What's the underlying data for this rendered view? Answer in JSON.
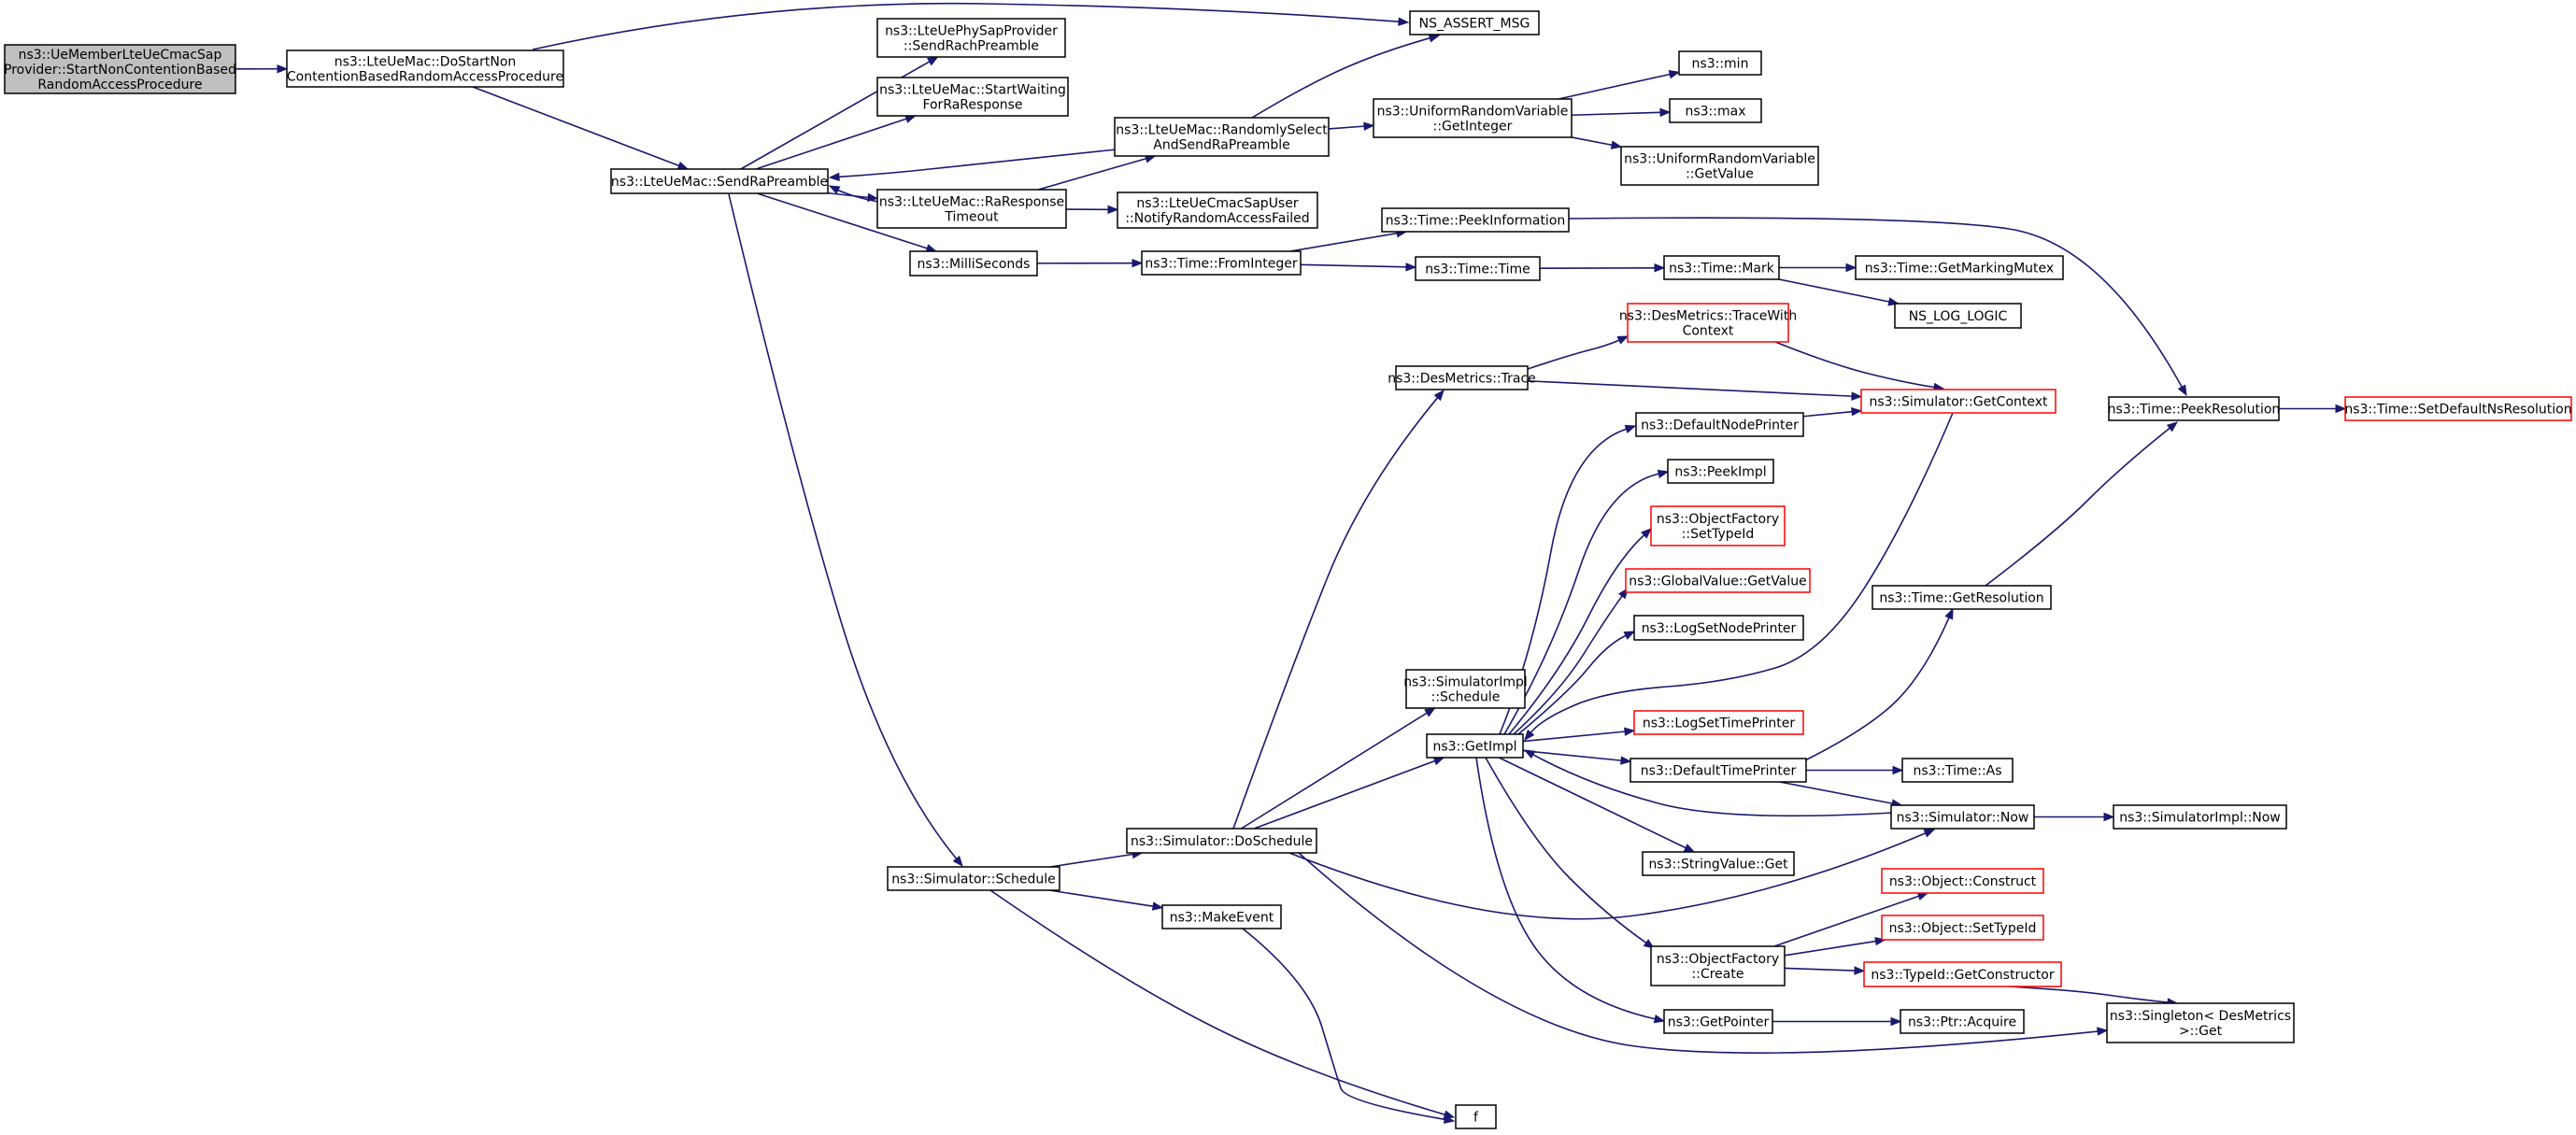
{
  "colors": {
    "edge": "#191970",
    "border_normal": "#000000",
    "border_truncated": "#ff0000",
    "fill_normal": "#ffffff",
    "fill_root": "#bfbfbf"
  },
  "nodes": [
    {
      "id": "root",
      "lines": [
        "ns3::UeMemberLteUeCmacSap",
        "Provider::StartNonContentionBased",
        "RandomAccessProcedure"
      ],
      "style": "root"
    },
    {
      "id": "doStartNonContention",
      "lines": [
        "ns3::LteUeMac::DoStartNon",
        "ContentionBasedRandomAccessProcedure"
      ],
      "style": "normal"
    },
    {
      "id": "sendRaPreamble",
      "lines": [
        "ns3::LteUeMac::SendRaPreamble"
      ],
      "style": "normal"
    },
    {
      "id": "nsAssertMsg",
      "lines": [
        "NS_ASSERT_MSG"
      ],
      "style": "normal"
    },
    {
      "id": "sendRachPreamble",
      "lines": [
        "ns3::LteUePhySapProvider",
        "::SendRachPreamble"
      ],
      "style": "normal"
    },
    {
      "id": "startWaiting",
      "lines": [
        "ns3::LteUeMac::StartWaiting",
        "ForRaResponse"
      ],
      "style": "normal"
    },
    {
      "id": "randomlySelect",
      "lines": [
        "ns3::LteUeMac::RandomlySelect",
        "AndSendRaPreamble"
      ],
      "style": "normal"
    },
    {
      "id": "raResponseTimeout",
      "lines": [
        "ns3::LteUeMac::RaResponse",
        "Timeout"
      ],
      "style": "normal"
    },
    {
      "id": "notifyRaFailed",
      "lines": [
        "ns3::LteUeCmacSapUser",
        "::NotifyRandomAccessFailed"
      ],
      "style": "normal"
    },
    {
      "id": "getInteger",
      "lines": [
        "ns3::UniformRandomVariable",
        "::GetInteger"
      ],
      "style": "normal"
    },
    {
      "id": "min",
      "lines": [
        "ns3::min"
      ],
      "style": "normal"
    },
    {
      "id": "max",
      "lines": [
        "ns3::max"
      ],
      "style": "normal"
    },
    {
      "id": "urvGetValue",
      "lines": [
        "ns3::UniformRandomVariable",
        "::GetValue"
      ],
      "style": "normal"
    },
    {
      "id": "milliSeconds",
      "lines": [
        "ns3::MilliSeconds"
      ],
      "style": "normal"
    },
    {
      "id": "fromInteger",
      "lines": [
        "ns3::Time::FromInteger"
      ],
      "style": "normal"
    },
    {
      "id": "peekInformation",
      "lines": [
        "ns3::Time::PeekInformation"
      ],
      "style": "normal"
    },
    {
      "id": "timeTime",
      "lines": [
        "ns3::Time::Time"
      ],
      "style": "normal"
    },
    {
      "id": "timeMark",
      "lines": [
        "ns3::Time::Mark"
      ],
      "style": "normal"
    },
    {
      "id": "getMarkingMutex",
      "lines": [
        "ns3::Time::GetMarkingMutex"
      ],
      "style": "normal"
    },
    {
      "id": "nsLogLogic",
      "lines": [
        "NS_LOG_LOGIC"
      ],
      "style": "normal"
    },
    {
      "id": "traceWithContext",
      "lines": [
        "ns3::DesMetrics::TraceWith",
        "Context"
      ],
      "style": "truncated"
    },
    {
      "id": "desTrace",
      "lines": [
        "ns3::DesMetrics::Trace"
      ],
      "style": "normal"
    },
    {
      "id": "getContext",
      "lines": [
        "ns3::Simulator::GetContext"
      ],
      "style": "truncated"
    },
    {
      "id": "peekResolution",
      "lines": [
        "ns3::Time::PeekResolution"
      ],
      "style": "normal"
    },
    {
      "id": "setDefaultNsRes",
      "lines": [
        "ns3::Time::SetDefaultNsResolution"
      ],
      "style": "truncated"
    },
    {
      "id": "defaultNodePrinter",
      "lines": [
        "ns3::DefaultNodePrinter"
      ],
      "style": "normal"
    },
    {
      "id": "peekImpl",
      "lines": [
        "ns3::PeekImpl"
      ],
      "style": "normal"
    },
    {
      "id": "ofSetTypeId",
      "lines": [
        "ns3::ObjectFactory",
        "::SetTypeId"
      ],
      "style": "truncated"
    },
    {
      "id": "gvGetValue",
      "lines": [
        "ns3::GlobalValue::GetValue"
      ],
      "style": "truncated"
    },
    {
      "id": "logSetNodePrinter",
      "lines": [
        "ns3::LogSetNodePrinter"
      ],
      "style": "normal"
    },
    {
      "id": "getResolution",
      "lines": [
        "ns3::Time::GetResolution"
      ],
      "style": "normal"
    },
    {
      "id": "simImplSchedule",
      "lines": [
        "ns3::SimulatorImpl",
        "::Schedule"
      ],
      "style": "normal"
    },
    {
      "id": "logSetTimePrinter",
      "lines": [
        "ns3::LogSetTimePrinter"
      ],
      "style": "truncated"
    },
    {
      "id": "getImpl",
      "lines": [
        "ns3::GetImpl"
      ],
      "style": "normal"
    },
    {
      "id": "defaultTimePrinter",
      "lines": [
        "ns3::DefaultTimePrinter"
      ],
      "style": "normal"
    },
    {
      "id": "timeAs",
      "lines": [
        "ns3::Time::As"
      ],
      "style": "normal"
    },
    {
      "id": "simNow",
      "lines": [
        "ns3::Simulator::Now"
      ],
      "style": "normal"
    },
    {
      "id": "simImplNow",
      "lines": [
        "ns3::SimulatorImpl::Now"
      ],
      "style": "normal"
    },
    {
      "id": "doSchedule",
      "lines": [
        "ns3::Simulator::DoSchedule"
      ],
      "style": "normal"
    },
    {
      "id": "stringValueGet",
      "lines": [
        "ns3::StringValue::Get"
      ],
      "style": "normal"
    },
    {
      "id": "simSchedule",
      "lines": [
        "ns3::Simulator::Schedule"
      ],
      "style": "normal"
    },
    {
      "id": "makeEvent",
      "lines": [
        "ns3::MakeEvent"
      ],
      "style": "normal"
    },
    {
      "id": "objConstruct",
      "lines": [
        "ns3::Object::Construct"
      ],
      "style": "truncated"
    },
    {
      "id": "objSetTypeId",
      "lines": [
        "ns3::Object::SetTypeId"
      ],
      "style": "truncated"
    },
    {
      "id": "ofCreate",
      "lines": [
        "ns3::ObjectFactory",
        "::Create"
      ],
      "style": "normal"
    },
    {
      "id": "getConstructor",
      "lines": [
        "ns3::TypeId::GetConstructor"
      ],
      "style": "truncated"
    },
    {
      "id": "getPointer",
      "lines": [
        "ns3::GetPointer"
      ],
      "style": "normal"
    },
    {
      "id": "ptrAcquire",
      "lines": [
        "ns3::Ptr::Acquire"
      ],
      "style": "normal"
    },
    {
      "id": "singletonGet",
      "lines": [
        "ns3::Singleton< DesMetrics",
        " >::Get"
      ],
      "style": "normal"
    },
    {
      "id": "f",
      "lines": [
        "f"
      ],
      "style": "normal"
    }
  ],
  "edges": [
    [
      "root",
      "doStartNonContention"
    ],
    [
      "doStartNonContention",
      "nsAssertMsg"
    ],
    [
      "doStartNonContention",
      "sendRaPreamble"
    ],
    [
      "sendRaPreamble",
      "sendRachPreamble"
    ],
    [
      "sendRaPreamble",
      "startWaiting"
    ],
    [
      "sendRaPreamble",
      "raResponseTimeout"
    ],
    [
      "sendRaPreamble",
      "milliSeconds"
    ],
    [
      "sendRaPreamble",
      "simSchedule"
    ],
    [
      "randomlySelect",
      "sendRaPreamble"
    ],
    [
      "randomlySelect",
      "nsAssertMsg"
    ],
    [
      "randomlySelect",
      "getInteger"
    ],
    [
      "raResponseTimeout",
      "sendRaPreamble"
    ],
    [
      "raResponseTimeout",
      "randomlySelect"
    ],
    [
      "raResponseTimeout",
      "notifyRaFailed"
    ],
    [
      "getInteger",
      "min"
    ],
    [
      "getInteger",
      "max"
    ],
    [
      "getInteger",
      "urvGetValue"
    ],
    [
      "milliSeconds",
      "fromInteger"
    ],
    [
      "fromInteger",
      "peekInformation"
    ],
    [
      "fromInteger",
      "timeTime"
    ],
    [
      "peekInformation",
      "peekResolution"
    ],
    [
      "timeTime",
      "timeMark"
    ],
    [
      "timeMark",
      "getMarkingMutex"
    ],
    [
      "timeMark",
      "nsLogLogic"
    ],
    [
      "peekResolution",
      "setDefaultNsRes"
    ],
    [
      "getResolution",
      "peekResolution"
    ],
    [
      "desTrace",
      "traceWithContext"
    ],
    [
      "desTrace",
      "getContext"
    ],
    [
      "traceWithContext",
      "getContext"
    ],
    [
      "defaultNodePrinter",
      "getContext"
    ],
    [
      "getContext",
      "getImpl"
    ],
    [
      "getImpl",
      "defaultNodePrinter"
    ],
    [
      "getImpl",
      "peekImpl"
    ],
    [
      "getImpl",
      "ofSetTypeId"
    ],
    [
      "getImpl",
      "gvGetValue"
    ],
    [
      "getImpl",
      "logSetNodePrinter"
    ],
    [
      "getImpl",
      "logSetTimePrinter"
    ],
    [
      "getImpl",
      "defaultTimePrinter"
    ],
    [
      "getImpl",
      "stringValueGet"
    ],
    [
      "getImpl",
      "ofCreate"
    ],
    [
      "getImpl",
      "getPointer"
    ],
    [
      "defaultTimePrinter",
      "getResolution"
    ],
    [
      "defaultTimePrinter",
      "timeAs"
    ],
    [
      "defaultTimePrinter",
      "simNow"
    ],
    [
      "simNow",
      "getImpl"
    ],
    [
      "simNow",
      "simImplNow"
    ],
    [
      "simSchedule",
      "doSchedule"
    ],
    [
      "simSchedule",
      "makeEvent"
    ],
    [
      "simSchedule",
      "f"
    ],
    [
      "doSchedule",
      "desTrace"
    ],
    [
      "doSchedule",
      "simImplSchedule"
    ],
    [
      "doSchedule",
      "getImpl"
    ],
    [
      "doSchedule",
      "simNow"
    ],
    [
      "doSchedule",
      "singletonGet"
    ],
    [
      "makeEvent",
      "f"
    ],
    [
      "ofCreate",
      "objConstruct"
    ],
    [
      "ofCreate",
      "objSetTypeId"
    ],
    [
      "ofCreate",
      "getConstructor"
    ],
    [
      "getConstructor",
      "singletonGet"
    ],
    [
      "getPointer",
      "ptrAcquire"
    ]
  ]
}
